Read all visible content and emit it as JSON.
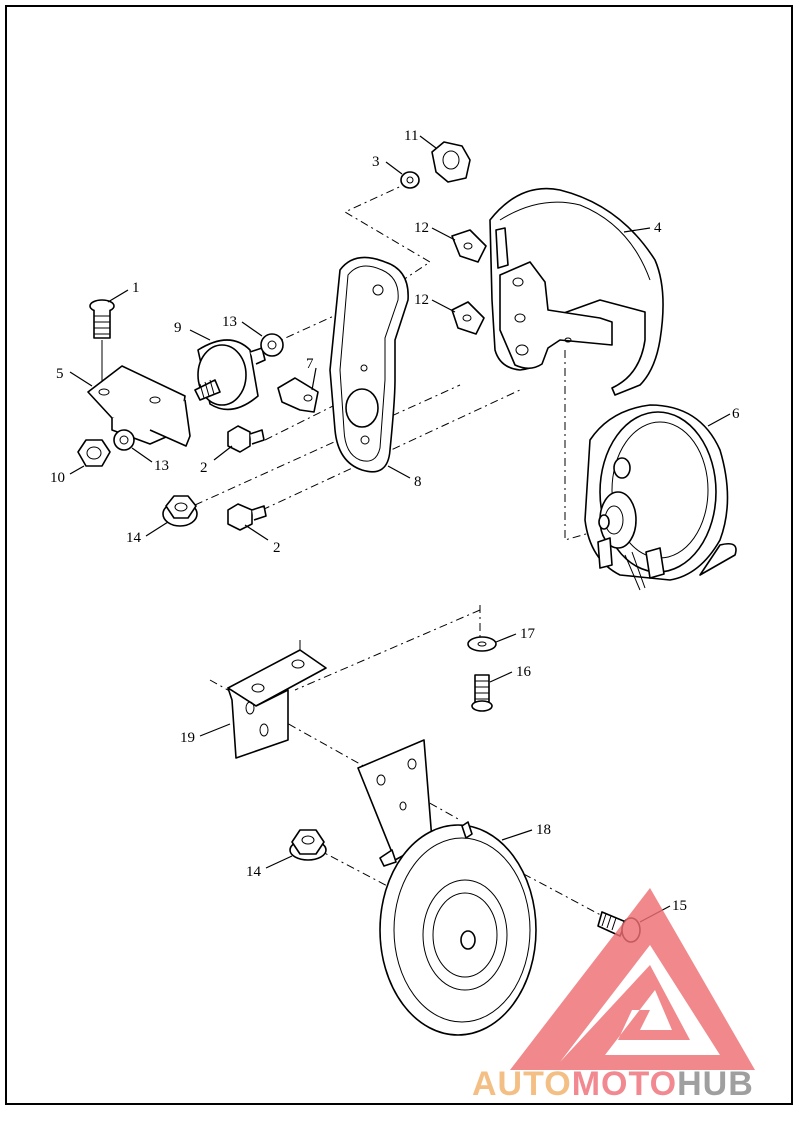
{
  "callouts": [
    {
      "label": "1"
    },
    {
      "label": "2"
    },
    {
      "label": "2"
    },
    {
      "label": "3"
    },
    {
      "label": "4"
    },
    {
      "label": "5"
    },
    {
      "label": "6"
    },
    {
      "label": "7"
    },
    {
      "label": "8"
    },
    {
      "label": "9"
    },
    {
      "label": "10"
    },
    {
      "label": "11"
    },
    {
      "label": "12"
    },
    {
      "label": "12"
    },
    {
      "label": "13"
    },
    {
      "label": "13"
    },
    {
      "label": "14"
    },
    {
      "label": "14"
    },
    {
      "label": "15"
    },
    {
      "label": "16"
    },
    {
      "label": "17"
    },
    {
      "label": "18"
    },
    {
      "label": "19"
    }
  ],
  "watermark": {
    "part1": "AUTO",
    "part2": "MOTO",
    "part3": "HUB",
    "colors": {
      "auto": "#f2b26b",
      "moto": "#f0707a",
      "hub": "#8a8a8a",
      "triangle": "#ee6e72"
    }
  }
}
